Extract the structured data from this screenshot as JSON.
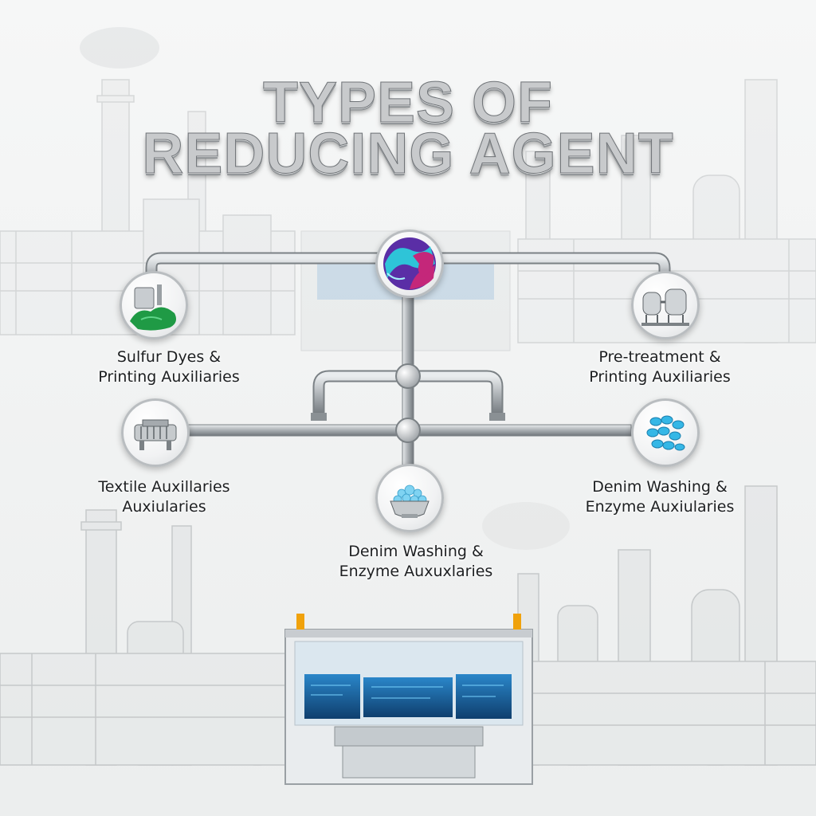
{
  "title": {
    "line1": "TYPES OF",
    "line2": "REDUCING AGENT"
  },
  "nodes": {
    "top": {
      "icon": "twisted-dyed-yarn-icon",
      "colors": [
        "#2ec4d8",
        "#c4277a",
        "#5a2ea6"
      ]
    },
    "sulfur": {
      "icon": "dye-mixer-icon",
      "label_1": "Sulfur Dyes &",
      "label_2": "Printing Auxiliaries",
      "color": "#1f9a45"
    },
    "pretreatment": {
      "icon": "processing-tanks-icon",
      "label_1": "Pre-treatment &",
      "label_2": "Printing Auxiliaries"
    },
    "textile": {
      "icon": "textile-machine-icon",
      "label_1": "Textile Auxillaries",
      "label_2": "Auxiularies"
    },
    "denim_right": {
      "icon": "blue-tablets-icon",
      "label_1": "Denim Washing &",
      "label_2": "Enzyme Auxiularies",
      "color": "#35b7e6"
    },
    "denim_bottom": {
      "icon": "bowl-of-crystals-icon",
      "label_1": "Denim Washing &",
      "label_2": "Enzyme Auxuxlaries",
      "color": "#7fd3f2"
    }
  },
  "control_room": {
    "icon": "control-room-icon",
    "screen_color": "#1f6fae",
    "beacon_color": "#f0a20c"
  }
}
